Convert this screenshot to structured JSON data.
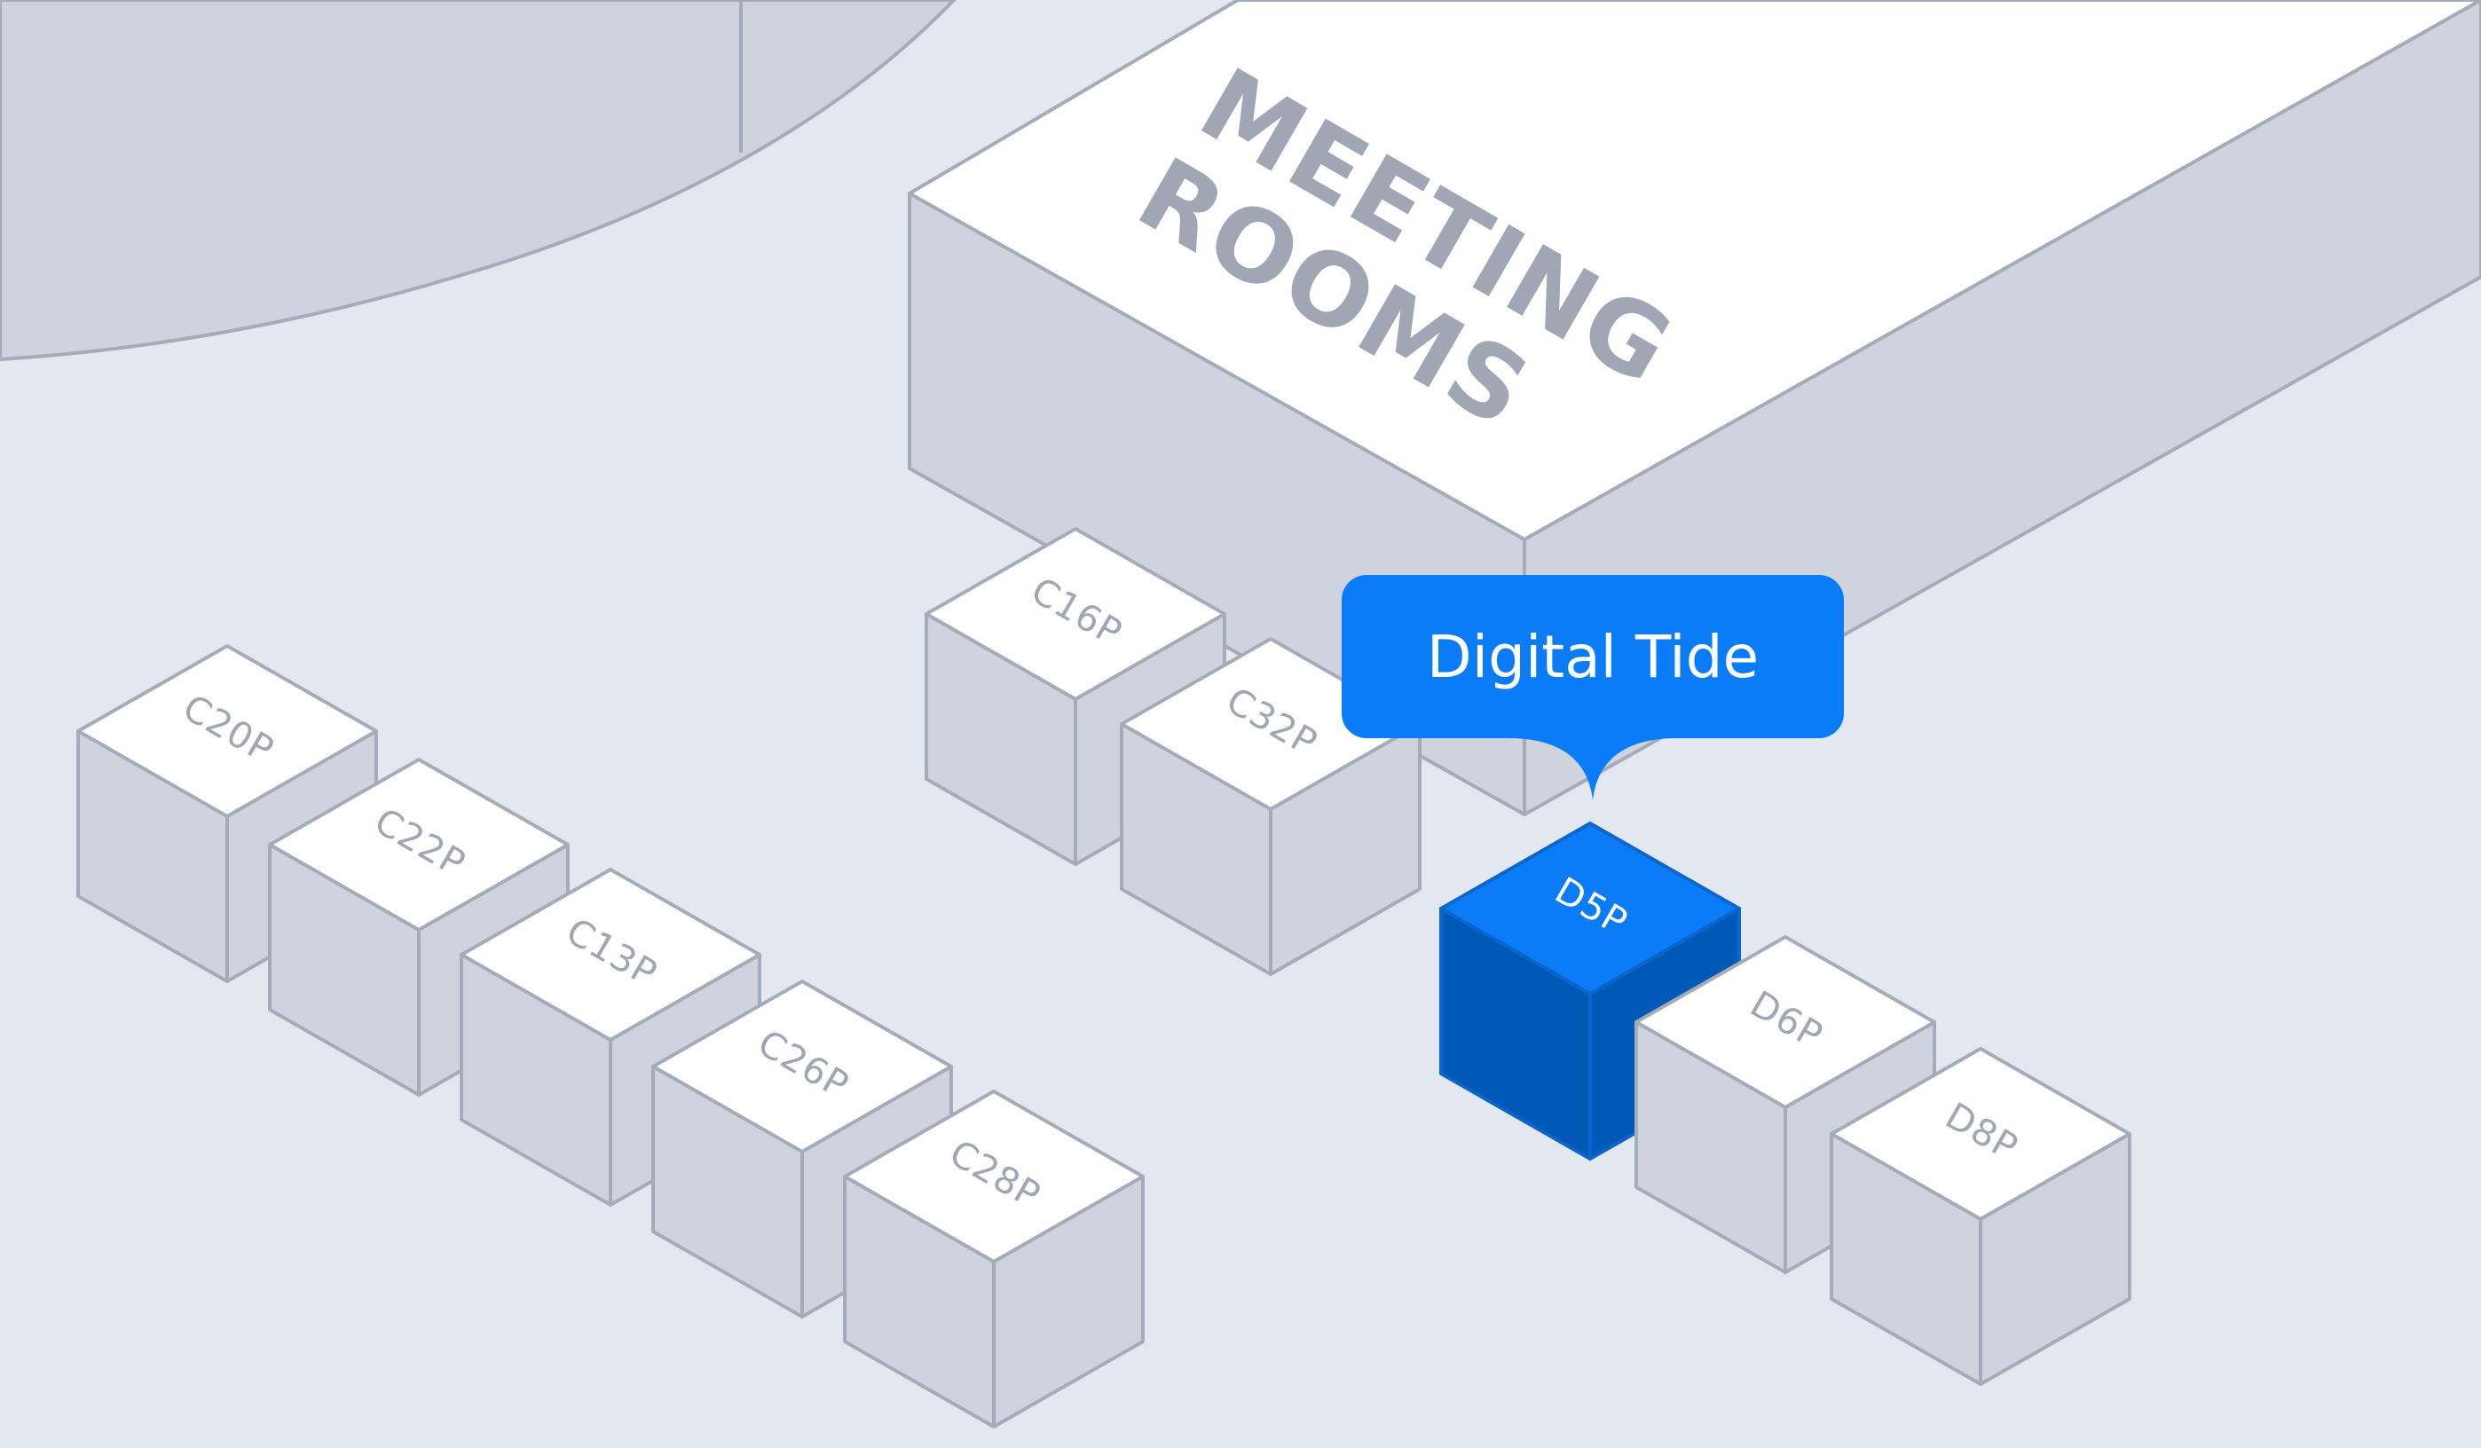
{
  "colors": {
    "background": "#e3e7ef",
    "block_top": "#ffffff",
    "block_side": "#cfd3de",
    "outline": "#a5acb9",
    "label": "#a0a6b4",
    "selected_top": "#0a7cf7",
    "selected_side": "#0059b6",
    "tooltip": "#0a7cf7"
  },
  "meeting_rooms": {
    "label_line1": "MEETING",
    "label_line2": "ROOMS"
  },
  "tooltip": {
    "text": "Digital Tide"
  },
  "desks": [
    {
      "id": "C16P",
      "label": "C16P",
      "selected": false
    },
    {
      "id": "C32P",
      "label": "C32P",
      "selected": false
    },
    {
      "id": "C20P",
      "label": "C20P",
      "selected": false
    },
    {
      "id": "C22P",
      "label": "C22P",
      "selected": false
    },
    {
      "id": "C13P",
      "label": "C13P",
      "selected": false
    },
    {
      "id": "C26P",
      "label": "C26P",
      "selected": false
    },
    {
      "id": "C28P",
      "label": "C28P",
      "selected": false
    },
    {
      "id": "D5P",
      "label": "D5P",
      "selected": true
    },
    {
      "id": "D6P",
      "label": "D6P",
      "selected": false
    },
    {
      "id": "D8P",
      "label": "D8P",
      "selected": false
    }
  ],
  "icons": {
    "tooltip_pointer": "speech-tail-icon"
  }
}
